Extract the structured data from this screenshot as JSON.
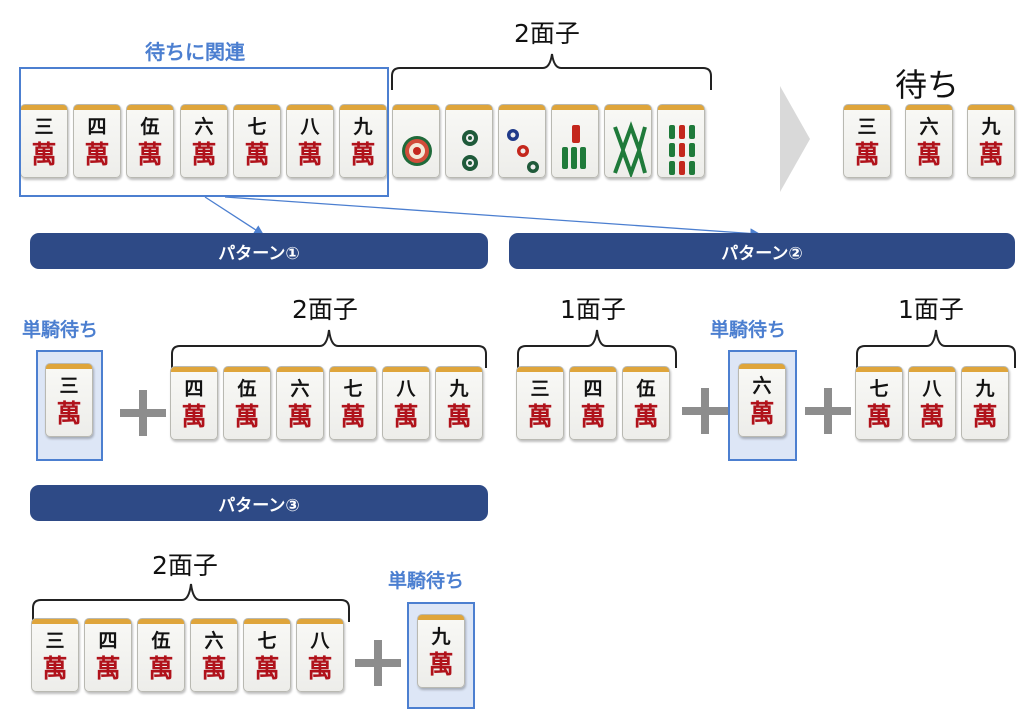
{
  "header": {
    "related_label": "待ちに関連",
    "two_mentsu_label": "2面子",
    "wait_label": "待ち"
  },
  "patterns": [
    {
      "title": "パターン①",
      "tanki_label": "単騎待ち",
      "group_label": "2面子"
    },
    {
      "title": "パターン②",
      "tanki_label": "単騎待ち",
      "left_group_label": "1面子",
      "right_group_label": "1面子"
    },
    {
      "title": "パターン③",
      "tanki_label": "単騎待ち",
      "group_label": "2面子"
    }
  ],
  "tiles": {
    "3m": {
      "num": "三",
      "man": "萬"
    },
    "4m": {
      "num": "四",
      "man": "萬"
    },
    "5m": {
      "num": "伍",
      "man": "萬"
    },
    "6m": {
      "num": "六",
      "man": "萬"
    },
    "7m": {
      "num": "七",
      "man": "萬"
    },
    "8m": {
      "num": "八",
      "man": "萬"
    },
    "9m": {
      "num": "九",
      "man": "萬"
    }
  },
  "colors": {
    "banner": "#2e4a86",
    "highlight": "#4c7fd0",
    "man_red": "#b0121b",
    "tile_top": "#dfa53b",
    "plus_gray": "#8d8d8d"
  }
}
